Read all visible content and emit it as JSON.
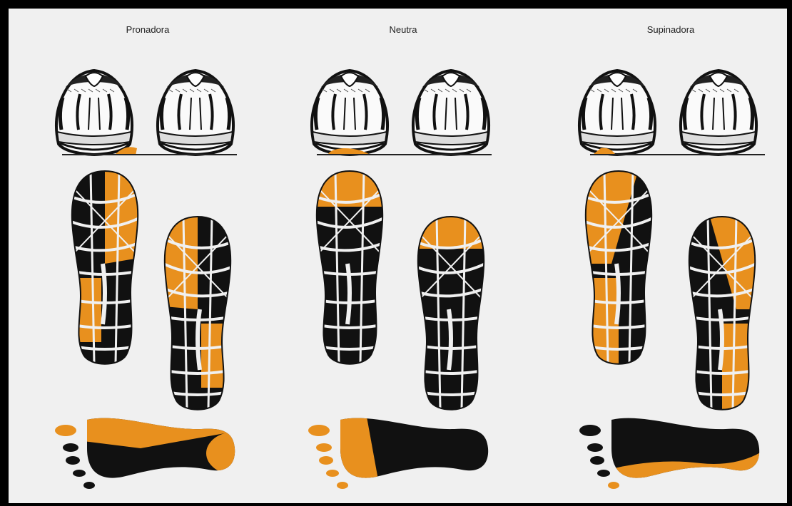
{
  "columns": [
    {
      "label": "Pronadora",
      "type": "pronation"
    },
    {
      "label": "Neutra",
      "type": "neutral"
    },
    {
      "label": "Supinadora",
      "type": "supination"
    }
  ],
  "colors": {
    "highlight": "#e8901e",
    "dark": "#111111",
    "background": "#f0f0f0"
  },
  "icons": {
    "shoe_rear": "shoe-heel-rear-view",
    "sole": "shoe-outsole-wear-pattern",
    "footprint": "footprint-pressure-map"
  }
}
